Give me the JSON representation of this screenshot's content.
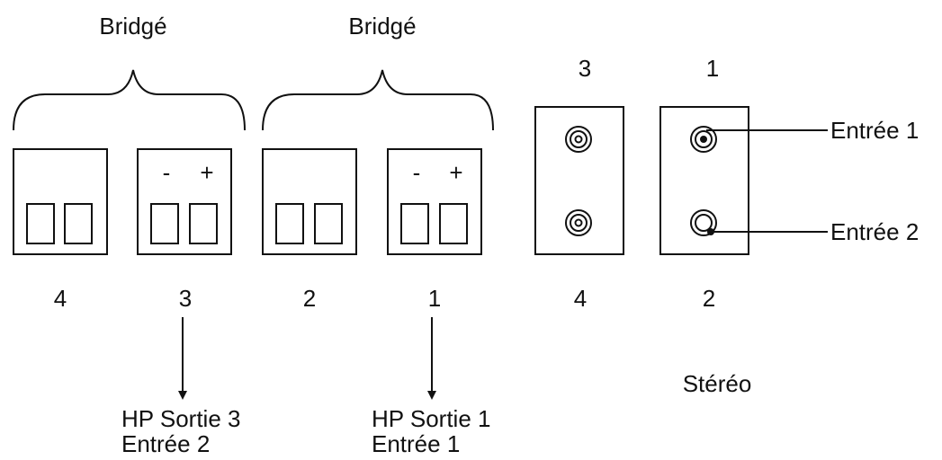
{
  "bridge_labels": [
    "Bridgé",
    "Bridgé"
  ],
  "speaker_terminals": [
    {
      "number": "4",
      "polarity_minus": "",
      "polarity_plus": ""
    },
    {
      "number": "3",
      "polarity_minus": "-",
      "polarity_plus": "+"
    },
    {
      "number": "2",
      "polarity_minus": "",
      "polarity_plus": ""
    },
    {
      "number": "1",
      "polarity_minus": "-",
      "polarity_plus": "+"
    }
  ],
  "output_annotations": [
    {
      "line1": "HP Sortie 3",
      "line2": "Entrée 2"
    },
    {
      "line1": "HP Sortie 1",
      "line2": "Entrée 1"
    }
  ],
  "rca_panels": [
    {
      "top_number": "3",
      "bottom_number": "4"
    },
    {
      "top_number": "1",
      "bottom_number": "2"
    }
  ],
  "input_annotations": [
    "Entrée 1",
    "Entrée 2"
  ],
  "stereo_label": "Stéréo",
  "colors": {
    "line": "#111111",
    "background": "#ffffff"
  }
}
